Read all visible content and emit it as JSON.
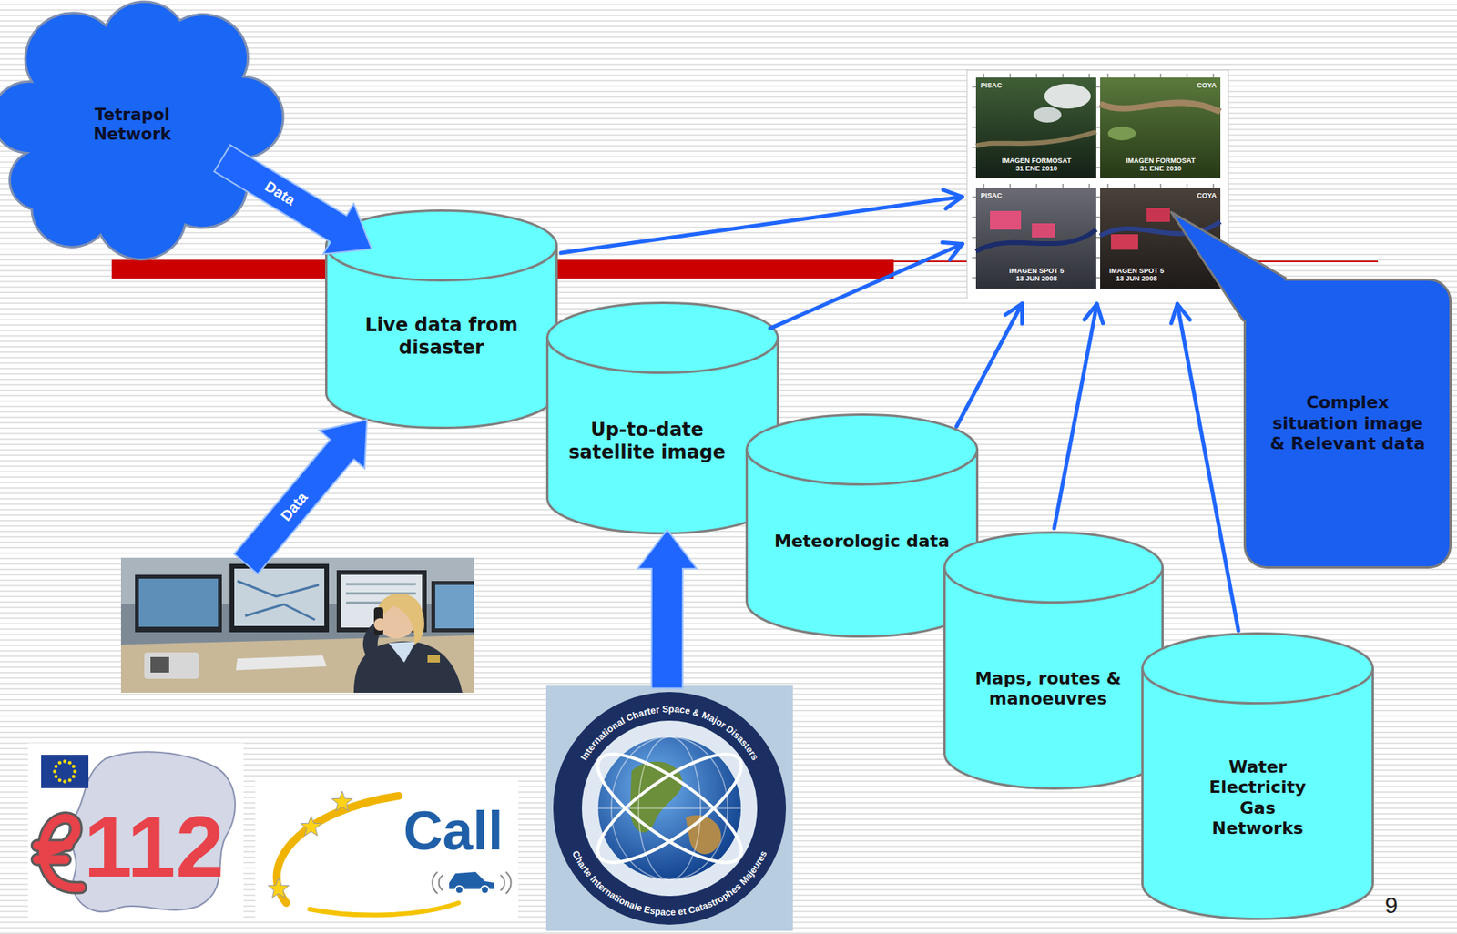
{
  "diagram": {
    "nodes": [
      {
        "text": [
          "Tetrapol Network"
        ]
      },
      {
        "text": [
          "PISAC",
          "IMAGEN FORMOSAT 31 ENE 2010",
          "COYA",
          "IMAGEN FORMOSAT 31 ENE 2010",
          "PISAC",
          "IMAGEN SPOT 5 13 JUN 2008",
          "COYA",
          "IMAGEN SPOT 5 13 JUN 2008"
        ]
      },
      {
        "text": [
          "Live data from disaster"
        ]
      },
      {
        "text": [
          "Up-to-date satellite image"
        ]
      },
      {
        "text": [
          "Complex situation image & Relevant data"
        ]
      },
      {
        "text": [
          "Meteorologic data"
        ]
      },
      {
        "text": [
          "Maps, routes & manoeuvres"
        ]
      },
      {
        "text": [
          "Water Electricity Gas Networks"
        ]
      },
      {
        "text": [
          "International Charter Space & Major Disasters",
          "Charte Internationale Espace et Catastrophes Majeures"
        ]
      }
    ],
    "edges": [
      {
        "from": 0,
        "to": 2,
        "arrow": "to",
        "label": "Data"
      },
      {
        "from": 2,
        "to": 1,
        "arrow": "to"
      },
      {
        "from": 3,
        "to": 1,
        "arrow": "to"
      },
      {
        "from": 5,
        "to": 1,
        "arrow": "to"
      },
      {
        "from": 6,
        "to": 1,
        "arrow": "to"
      },
      {
        "from": 7,
        "to": 1,
        "arrow": "to"
      },
      {
        "from": 8,
        "to": 3,
        "arrow": "to"
      },
      {
        "from": 4,
        "to": 1,
        "arrow": "none"
      }
    ],
    "labels": [
      "Data",
      "112",
      "Call",
      "9"
    ]
  }
}
